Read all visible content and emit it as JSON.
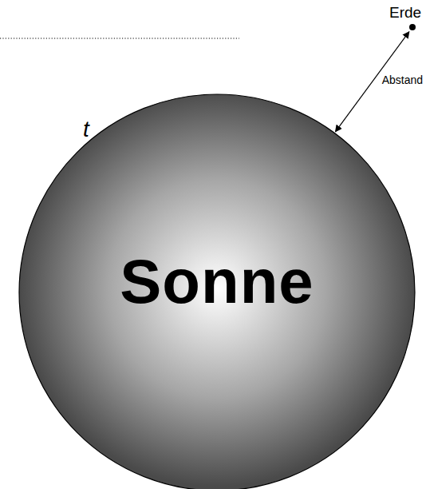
{
  "diagram": {
    "nodes": [
      {
        "text": [
          "Erde"
        ]
      },
      {
        "text": [
          "Sonne"
        ]
      }
    ],
    "edges": [
      {
        "from": 1,
        "to": 0,
        "label": "Abstand",
        "arrow": "both"
      }
    ],
    "labels": [
      "t"
    ]
  }
}
